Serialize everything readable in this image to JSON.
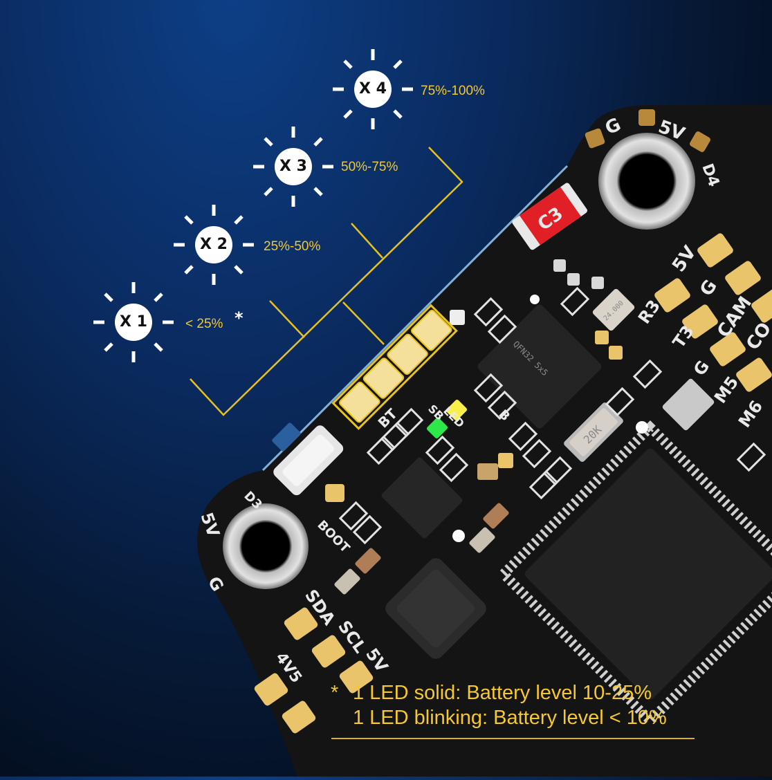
{
  "board": {
    "silkscreen": {
      "g_top": "G",
      "v5_top": "5V",
      "d4": "D4",
      "c3": "C3",
      "pad_5v": "5V",
      "pad_g": "G",
      "pad_cam": "CAM",
      "pad_co": "CO",
      "r3": "R3",
      "t3": "T3",
      "pad_g2": "G",
      "m5": "M5",
      "m6": "M6",
      "bt": "BT",
      "sb": "SB",
      "led": "LED",
      "b": "B",
      "d3": "D3",
      "v5_left": "5V",
      "g_left": "G",
      "boot": "BOOT",
      "sda": "SDA",
      "scl": "SCL",
      "v5_bottom": "5V",
      "v45": "4V5",
      "qfn": "QFN32 5x5",
      "crystal": "20K",
      "crystal_small": "24.000"
    }
  },
  "indicators": [
    {
      "label": "X 1",
      "range": "< 25%",
      "note_mark": "*"
    },
    {
      "label": "X 2",
      "range": "25%-50%"
    },
    {
      "label": "X 3",
      "range": "50%-75%"
    },
    {
      "label": "X 4",
      "range": "75%-100%"
    }
  ],
  "footnote": {
    "mark": "*",
    "line1": "1 LED solid: Battery level 10-25%",
    "line2": "1 LED blinking: Battery level < 10%"
  },
  "colors": {
    "accent": "#f5c82f",
    "board": "#141414",
    "pad_gold": "#e9c46a",
    "led_green": "#2ee84a",
    "led_yellow": "#f8f04a",
    "c3_red": "#e11f26"
  }
}
